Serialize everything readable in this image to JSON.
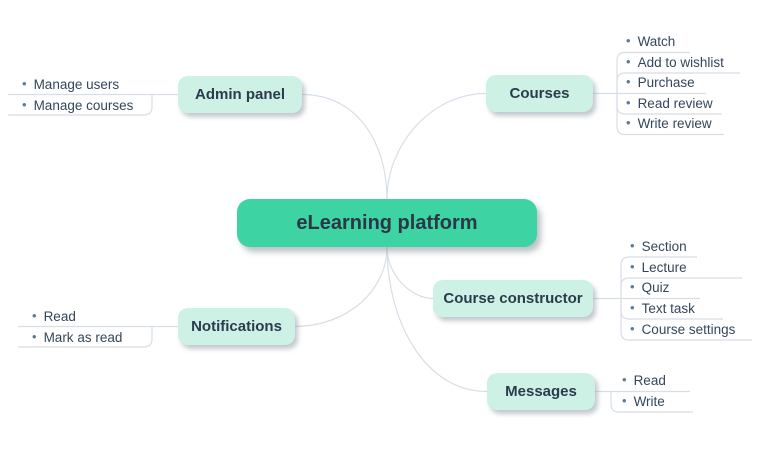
{
  "app": {
    "type": "mind-map"
  },
  "bullet_char": "•",
  "colors": {
    "central_fill": "#3ED3A2",
    "central_text": "#2A3747",
    "branch_fill": "#CDF1E4",
    "branch_text": "#2B3B4D",
    "leaf_text": "#33475C",
    "bullet": "#5C7B93",
    "line": "#D8DEE8"
  },
  "center": {
    "label": "eLearning platform"
  },
  "branches": [
    {
      "label": "Admin panel",
      "children": [
        "Manage users",
        "Manage courses"
      ]
    },
    {
      "label": "Courses",
      "children": [
        "Watch",
        "Add to wishlist",
        "Purchase",
        "Read review",
        "Write review"
      ]
    },
    {
      "label": "Course constructor",
      "children": [
        "Section",
        "Lecture",
        "Quiz",
        "Text task",
        "Course settings"
      ]
    },
    {
      "label": "Messages",
      "children": [
        "Read",
        "Write"
      ]
    },
    {
      "label": "Notifications",
      "children": [
        "Read",
        "Mark as read"
      ]
    }
  ]
}
